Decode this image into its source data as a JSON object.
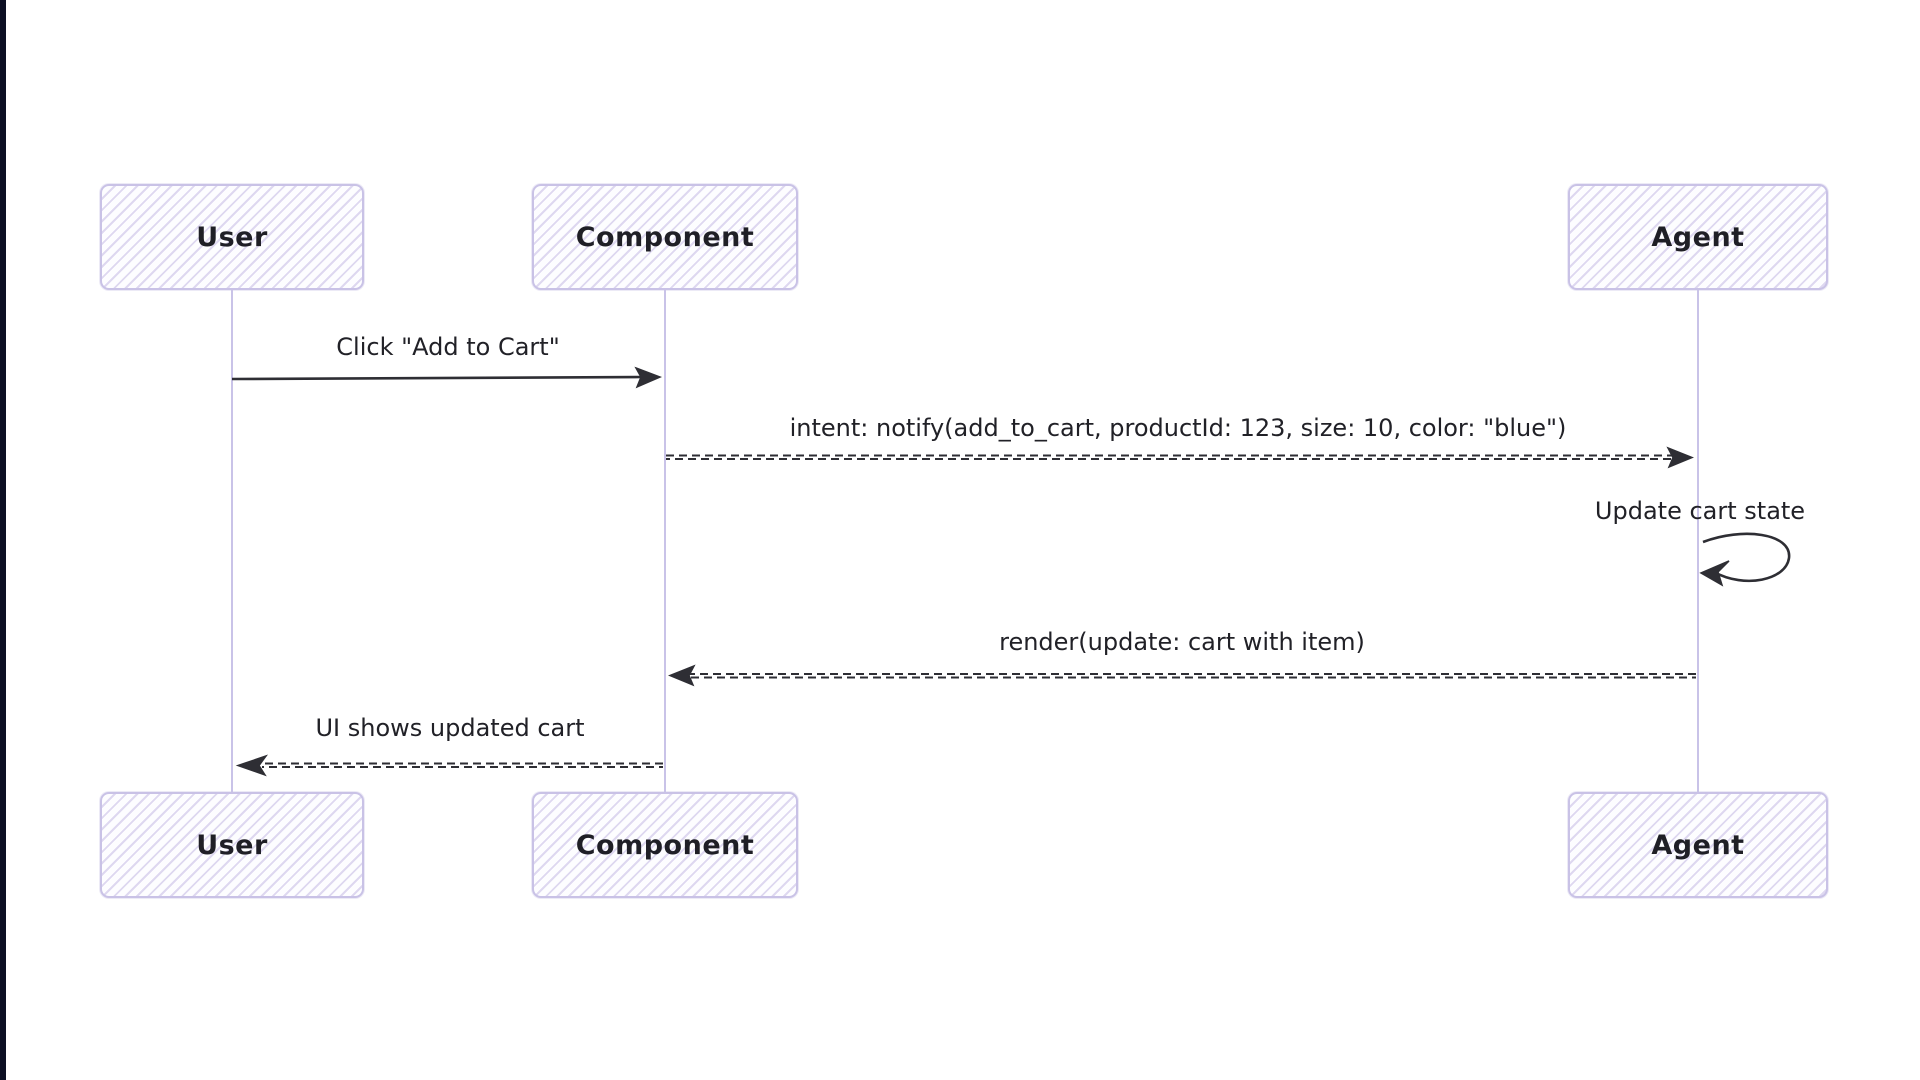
{
  "page": {
    "background": "#ffffff",
    "edge_stripe_color": "#0d0f23"
  },
  "diagram": {
    "type": "sequence",
    "style": "hand-drawn",
    "colors": {
      "box_fill": "#fdfdff",
      "box_hatch": "#ded8f0",
      "box_border": "#c9c2e6",
      "lifeline": "#c9c3e8",
      "arrow": "#2e2e34",
      "text": "#212127"
    },
    "actors": [
      {
        "name": "User"
      },
      {
        "name": "Component"
      },
      {
        "name": "Agent"
      }
    ],
    "messages": [
      {
        "from": "User",
        "to": "Component",
        "line": "solid",
        "label": "Click \"Add to Cart\""
      },
      {
        "from": "Component",
        "to": "Agent",
        "line": "dashed",
        "label": "intent: notify(add_to_cart, productId: 123, size: 10, color: \"blue\")"
      },
      {
        "from": "Agent",
        "to": "Agent",
        "line": "self-loop",
        "label": "Update cart state"
      },
      {
        "from": "Agent",
        "to": "Component",
        "line": "dashed",
        "label": "render(update: cart with item)"
      },
      {
        "from": "Component",
        "to": "User",
        "line": "dashed",
        "label": "UI shows updated cart"
      }
    ]
  }
}
